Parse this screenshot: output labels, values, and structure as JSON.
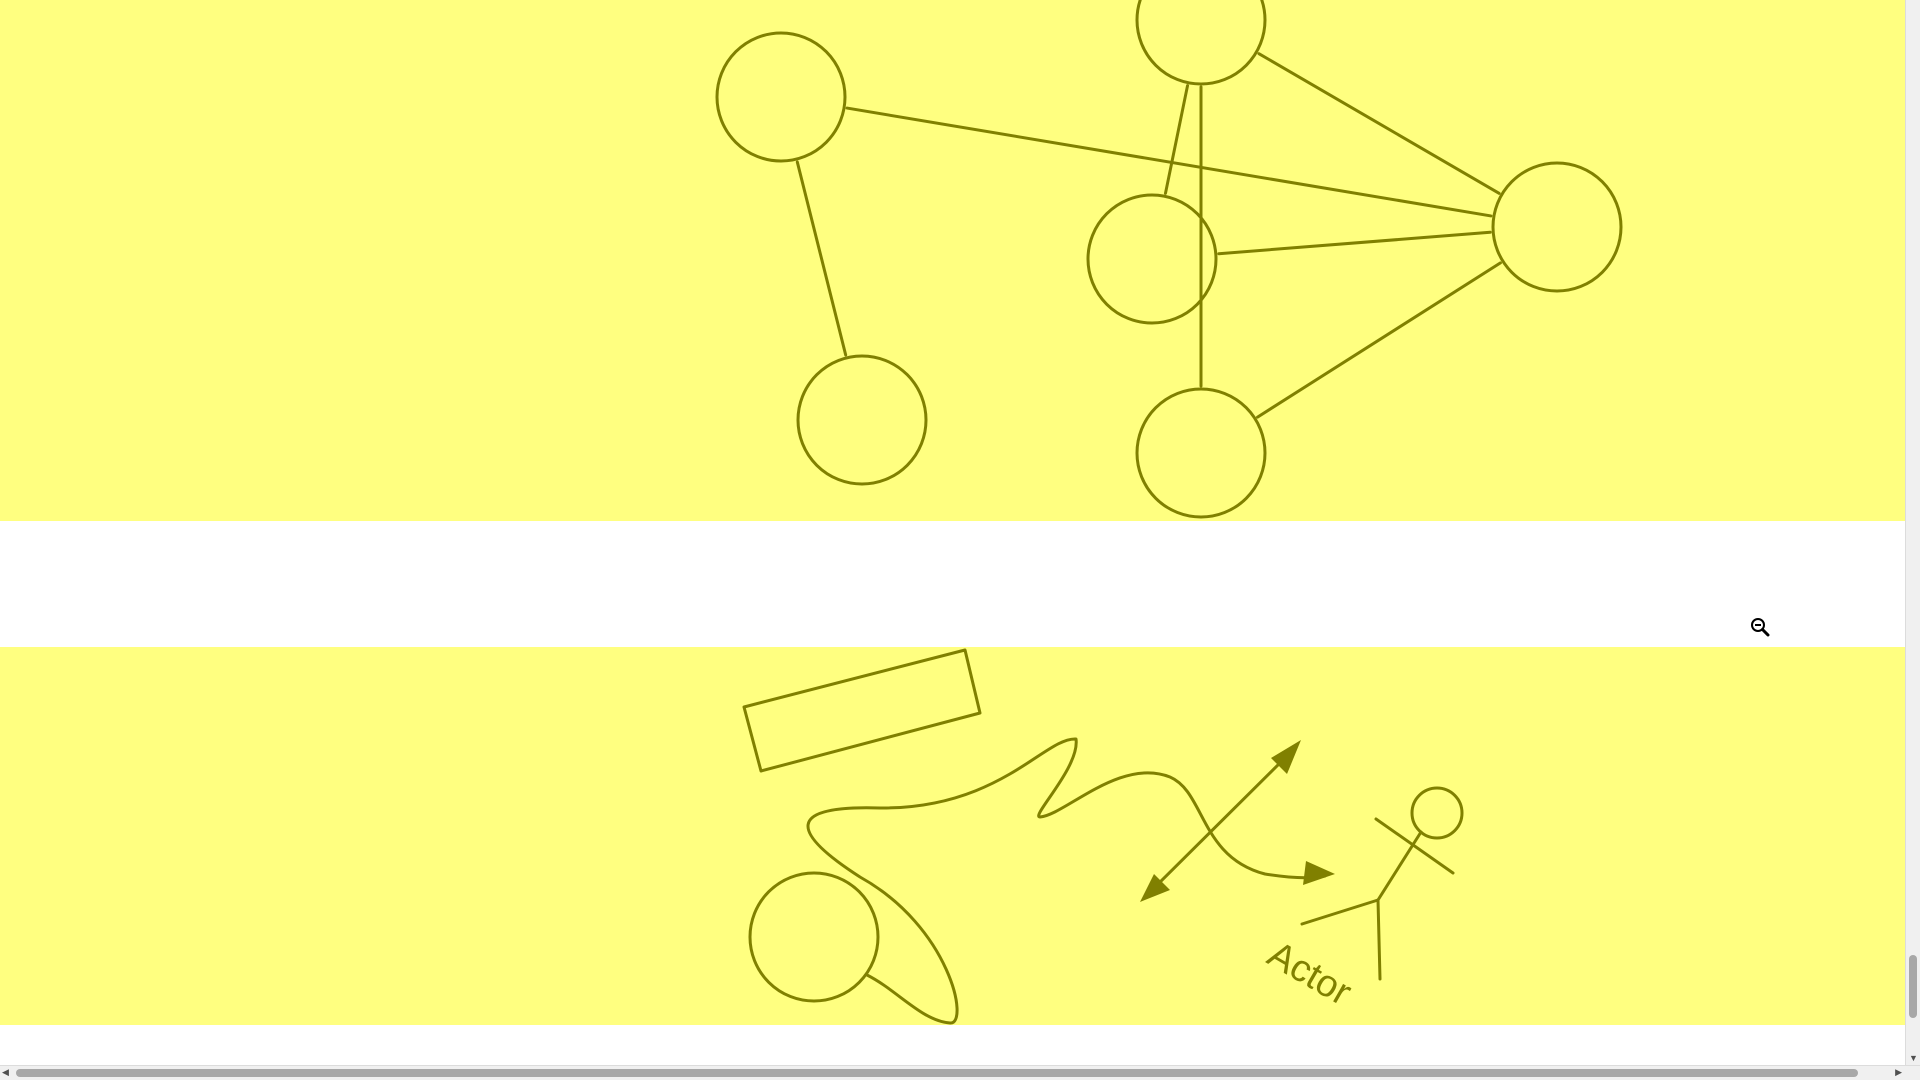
{
  "colors": {
    "band_fill": "#ffff80",
    "stroke": "#808000",
    "page_background": "#ffffff",
    "scrollbar_track": "#f0f0f0",
    "scrollbar_thumb": "#a8a8a8"
  },
  "top_diagram": {
    "kind": "network-graph",
    "nodes": [
      "node-a",
      "node-b",
      "node-c",
      "node-d",
      "node-e",
      "node-f"
    ],
    "edges": [
      [
        "node-a",
        "node-c"
      ],
      [
        "node-a",
        "node-d"
      ],
      [
        "node-a",
        "node-f"
      ],
      [
        "node-b",
        "node-e"
      ],
      [
        "node-b",
        "node-c"
      ],
      [
        "node-d",
        "node-c"
      ],
      [
        "node-f",
        "node-c"
      ]
    ]
  },
  "bottom_diagram": {
    "shapes": [
      "rectangle",
      "freehand-curve",
      "circle",
      "double-arrow",
      "curved-arrow",
      "stick-figure"
    ],
    "actor_label": "Actor"
  },
  "cursor": {
    "icon": "zoom-out-icon"
  },
  "scrollbars": {
    "vertical_position": 0.97,
    "vertical_visible_fraction": 0.06,
    "horizontal_position": 0.0,
    "horizontal_visible_fraction": 0.98
  }
}
